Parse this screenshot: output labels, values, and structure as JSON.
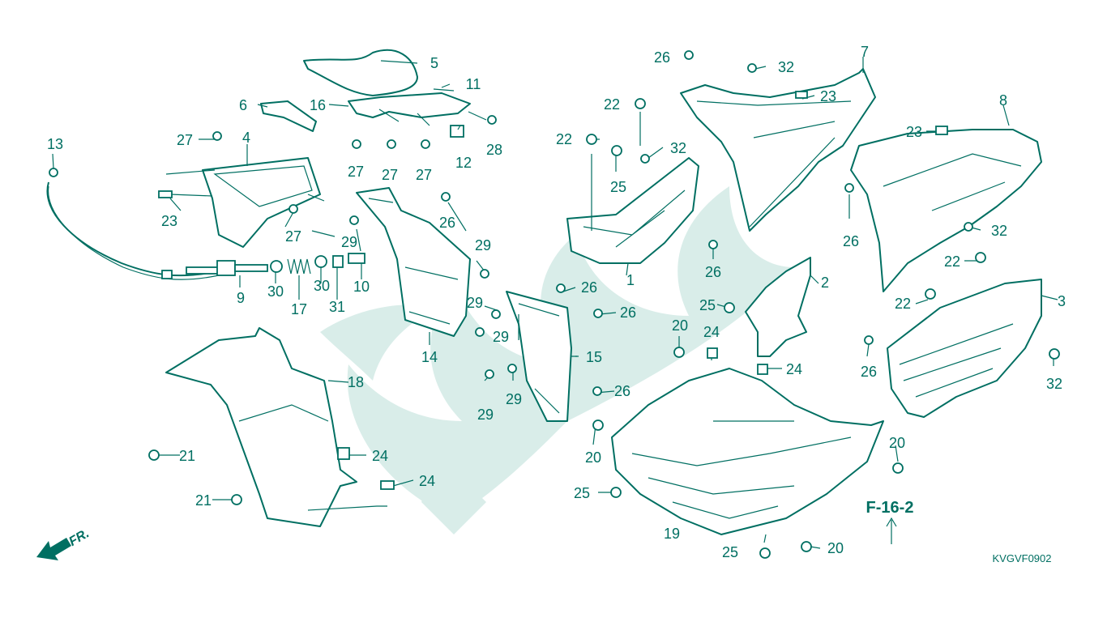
{
  "figure_code": "KVGVF0902",
  "reference": "F-16-2",
  "direction_label": "FR.",
  "colors": {
    "line": "#006f62",
    "watermark": "#d9ede9",
    "background": "#ffffff"
  },
  "icons": {
    "direction": "front-direction-arrow-icon",
    "watermark": "wing-logo-watermark"
  },
  "callouts": [
    "1",
    "2",
    "3",
    "4",
    "5",
    "6",
    "7",
    "8",
    "9",
    "10",
    "11",
    "12",
    "13",
    "14",
    "15",
    "16",
    "17",
    "18",
    "19",
    "20",
    "20",
    "20",
    "20",
    "20",
    "21",
    "21",
    "22",
    "22",
    "22",
    "22",
    "23",
    "23",
    "23",
    "24",
    "24",
    "24",
    "24",
    "25",
    "25",
    "25",
    "25",
    "25",
    "26",
    "26",
    "26",
    "26",
    "26",
    "26",
    "26",
    "26",
    "26",
    "27",
    "27",
    "27",
    "27",
    "27",
    "28",
    "29",
    "29",
    "29",
    "29",
    "29",
    "29",
    "30",
    "30",
    "31",
    "32",
    "32",
    "32",
    "32"
  ]
}
